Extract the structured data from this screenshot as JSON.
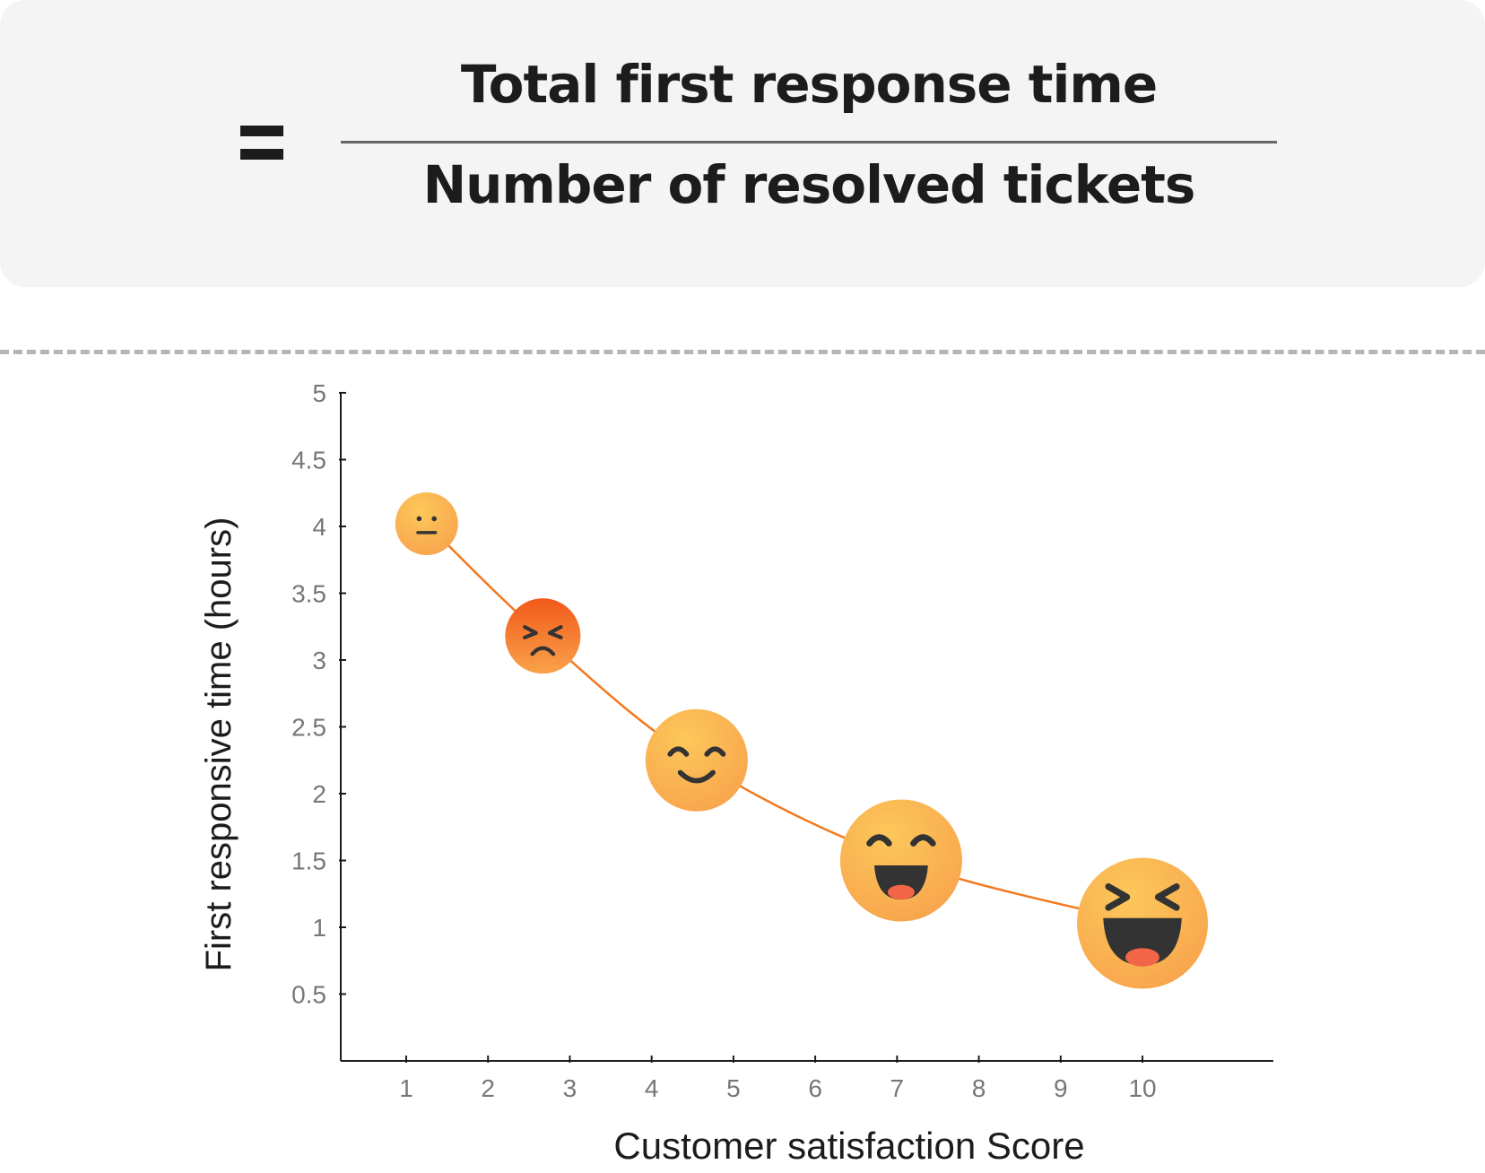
{
  "formula": {
    "equals": "=",
    "numerator": "Total first response time",
    "denominator": "Number of resolved tickets"
  },
  "chart_data": {
    "type": "line",
    "xlabel": "Customer satisfaction Score",
    "ylabel": "First responsive time (hours)",
    "x_ticks": [
      "1",
      "2",
      "3",
      "4",
      "5",
      "6",
      "7",
      "8",
      "9",
      "10"
    ],
    "y_ticks": [
      "0.5",
      "1",
      "1.5",
      "2",
      "2.5",
      "3",
      "3.5",
      "4",
      "4.5",
      "5"
    ],
    "xlim": [
      0.2,
      11.6
    ],
    "ylim": [
      0,
      5
    ],
    "series": [
      {
        "line_color": "#f2781e",
        "points": [
          {
            "x": 1.25,
            "y": 4.02,
            "emoji": "neutral-face-icon"
          },
          {
            "x": 2.67,
            "y": 3.18,
            "emoji": "angry-face-icon"
          },
          {
            "x": 4.55,
            "y": 2.25,
            "emoji": "smiling-face-icon"
          },
          {
            "x": 7.05,
            "y": 1.5,
            "emoji": "grinning-face-icon"
          },
          {
            "x": 10.0,
            "y": 1.03,
            "emoji": "laughing-face-icon"
          }
        ]
      }
    ],
    "grid": false,
    "legend": "none"
  },
  "colors": {
    "emoji_light": "#fcc85a",
    "emoji_dark": "#f8a24c",
    "angry_top": "#f25a1a",
    "angry_bottom": "#f9a24a",
    "feature": "#333333",
    "tongue": "#f26547"
  }
}
